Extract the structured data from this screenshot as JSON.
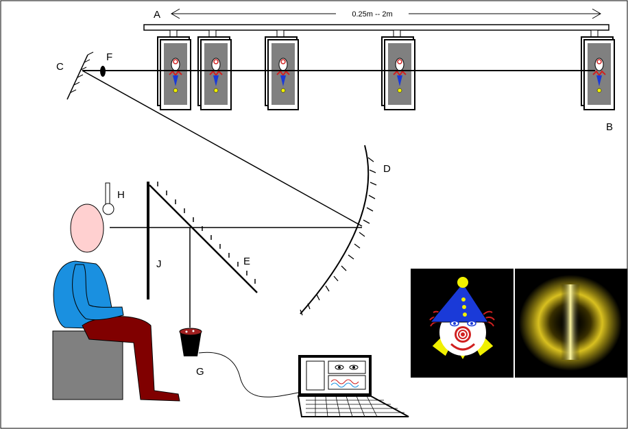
{
  "labels": {
    "a": "A",
    "b": "B",
    "c": "C",
    "d": "D",
    "e": "E",
    "f": "F",
    "g": "G",
    "h": "H",
    "j": "J"
  },
  "distance_range": "0.25m -- 2m",
  "targets": [
    {
      "id": "target-1",
      "distance_order": 1
    },
    {
      "id": "target-2",
      "distance_order": 2
    },
    {
      "id": "target-3",
      "distance_order": 3
    },
    {
      "id": "target-4",
      "distance_order": 4
    },
    {
      "id": "target-5",
      "distance_order": 5
    }
  ],
  "colors": {
    "frame_border": "#000000",
    "target_gray": "#808080",
    "person_shirt": "#1a90e0",
    "person_pants": "#800000",
    "person_skin": "#ffd0d0",
    "seat": "#808080",
    "clown_hat": "#1a3ad8",
    "clown_collar": "#f0f000",
    "clown_hair": "#d02020",
    "blur_yellow": "#f0e040"
  }
}
